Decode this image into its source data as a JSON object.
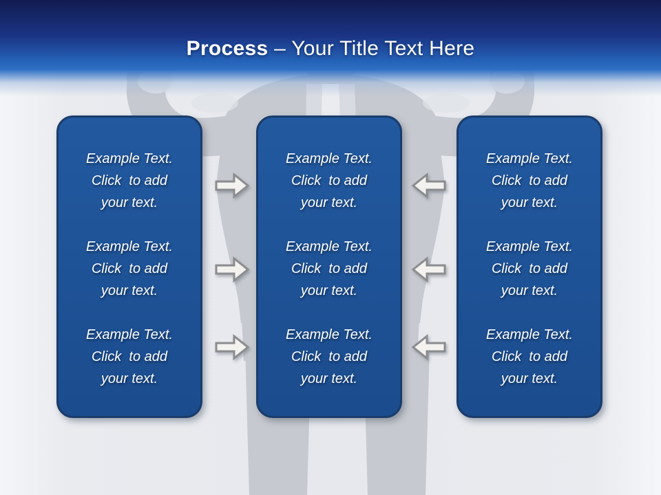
{
  "title": {
    "emphasis": "Process",
    "rest": " – Your Title Text Here"
  },
  "columns": [
    {
      "blocks": [
        "Example Text.\nClick  to add\nyour text.",
        "Example Text.\nClick  to add\nyour text.",
        "Example Text.\nClick  to add\nyour text."
      ]
    },
    {
      "blocks": [
        "Example Text.\nClick  to add\nyour text.",
        "Example Text.\nClick  to add\nyour text.",
        "Example Text.\nClick  to add\nyour text."
      ]
    },
    {
      "blocks": [
        "Example Text.\nClick  to add\nyour text.",
        "Example Text.\nClick  to add\nyour text.",
        "Example Text.\nClick  to add\nyour text."
      ]
    }
  ],
  "arrows": {
    "left_gap_direction": "right",
    "right_gap_direction": "left",
    "per_gap_count": 3
  },
  "decor": {
    "background_figure": "flexing-businessman-silhouette"
  },
  "colors": {
    "header_navy": "#121b50",
    "header_blue": "#2e6fc4",
    "box_fill": "#1e5296",
    "box_border": "#1a3c6c",
    "arrow_fill": "#f3f2ef",
    "arrow_outline": "#8a8c8e",
    "silhouette_gray": "#c6c9cf",
    "background_gray": "#e9ebef",
    "text_white": "#ffffff"
  }
}
